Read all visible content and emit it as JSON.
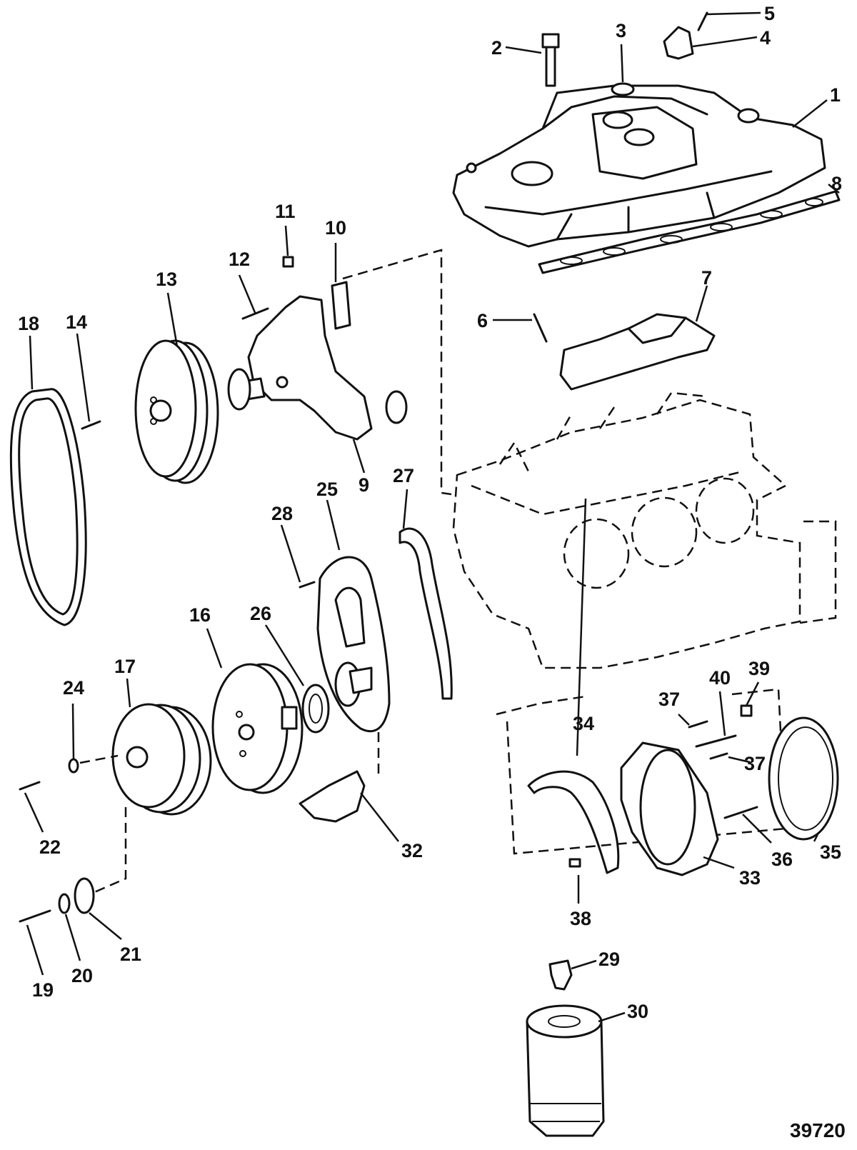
{
  "figure_number": "39720",
  "callouts": [
    {
      "id": "1",
      "label": "1"
    },
    {
      "id": "2",
      "label": "2"
    },
    {
      "id": "3",
      "label": "3"
    },
    {
      "id": "4",
      "label": "4"
    },
    {
      "id": "5",
      "label": "5"
    },
    {
      "id": "6",
      "label": "6"
    },
    {
      "id": "7",
      "label": "7"
    },
    {
      "id": "8",
      "label": "8"
    },
    {
      "id": "9",
      "label": "9"
    },
    {
      "id": "10",
      "label": "10"
    },
    {
      "id": "11",
      "label": "11"
    },
    {
      "id": "12",
      "label": "12"
    },
    {
      "id": "13",
      "label": "13"
    },
    {
      "id": "14",
      "label": "14"
    },
    {
      "id": "16",
      "label": "16"
    },
    {
      "id": "17",
      "label": "17"
    },
    {
      "id": "18",
      "label": "18"
    },
    {
      "id": "19",
      "label": "19"
    },
    {
      "id": "20",
      "label": "20"
    },
    {
      "id": "21",
      "label": "21"
    },
    {
      "id": "22",
      "label": "22"
    },
    {
      "id": "24",
      "label": "24"
    },
    {
      "id": "25",
      "label": "25"
    },
    {
      "id": "26",
      "label": "26"
    },
    {
      "id": "27",
      "label": "27"
    },
    {
      "id": "28",
      "label": "28"
    },
    {
      "id": "29",
      "label": "29"
    },
    {
      "id": "30",
      "label": "30"
    },
    {
      "id": "32",
      "label": "32"
    },
    {
      "id": "33",
      "label": "33"
    },
    {
      "id": "34",
      "label": "34"
    },
    {
      "id": "35",
      "label": "35"
    },
    {
      "id": "36",
      "label": "36"
    },
    {
      "id": "37a",
      "label": "37"
    },
    {
      "id": "37b",
      "label": "37"
    },
    {
      "id": "38",
      "label": "38"
    },
    {
      "id": "39",
      "label": "39"
    },
    {
      "id": "40",
      "label": "40"
    }
  ]
}
